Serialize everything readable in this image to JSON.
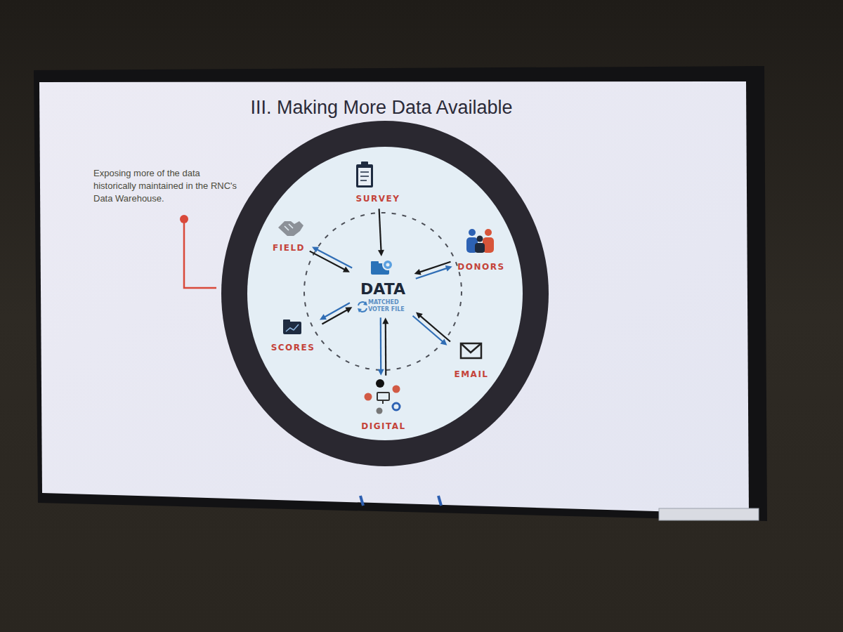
{
  "diagram": {
    "title": "III. Making More Data Available",
    "nodes": [
      {
        "text": [
          "SURVEY"
        ]
      },
      {
        "text": [
          "FIELD"
        ]
      },
      {
        "text": [
          "DONORS"
        ]
      },
      {
        "text": [
          "DATA",
          "MATCHED VOTER FILE"
        ]
      },
      {
        "text": [
          "SCORES"
        ]
      },
      {
        "text": [
          "EMAIL"
        ]
      },
      {
        "text": [
          "DIGITAL"
        ]
      }
    ],
    "edges": [
      {
        "from": 0,
        "to": 3,
        "arrow": "to"
      },
      {
        "from": 3,
        "to": 1,
        "arrow": "both"
      },
      {
        "from": 3,
        "to": 2,
        "arrow": "both"
      },
      {
        "from": 3,
        "to": 4,
        "arrow": "both"
      },
      {
        "from": 3,
        "to": 5,
        "arrow": "both"
      },
      {
        "from": 3,
        "to": 6,
        "arrow": "both"
      }
    ],
    "labels": [
      "Exposing more of the data historically maintained in the RNC's Data Warehouse."
    ]
  }
}
